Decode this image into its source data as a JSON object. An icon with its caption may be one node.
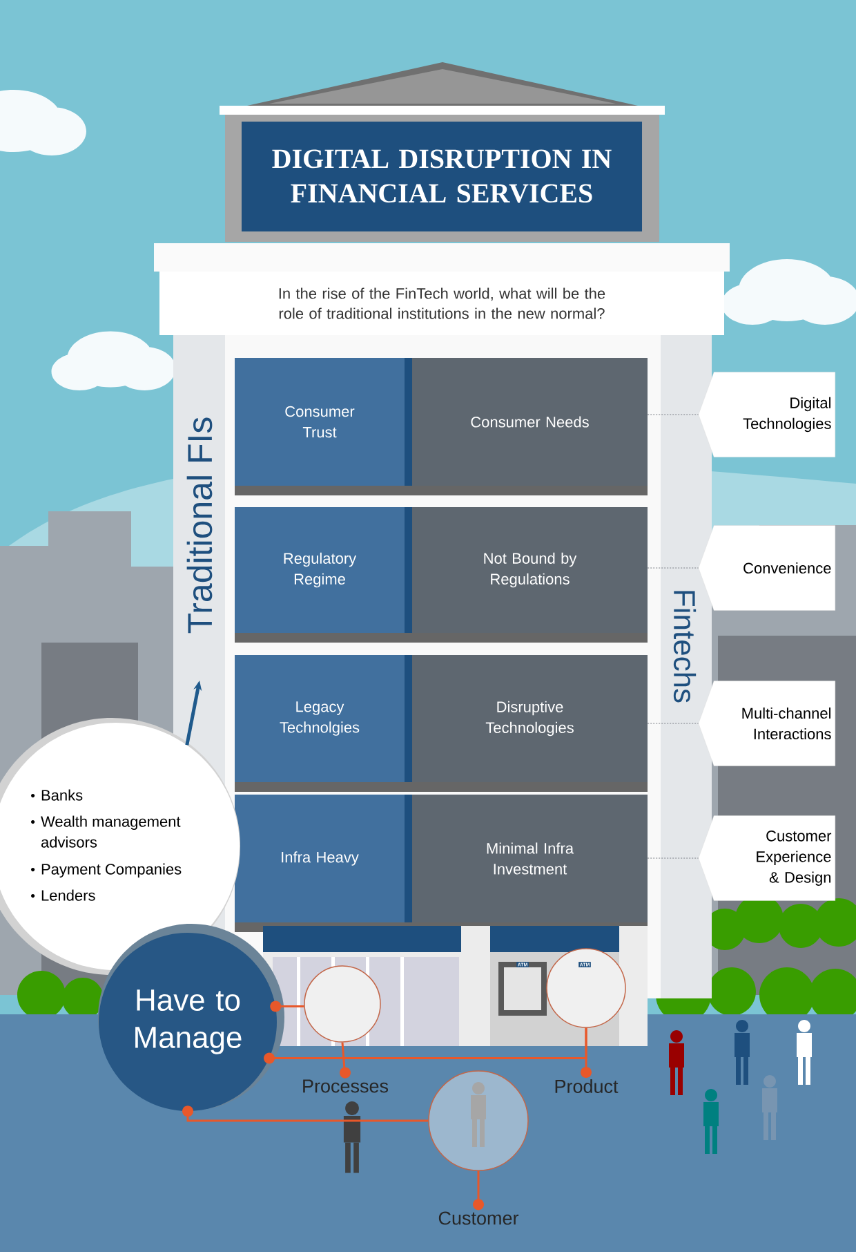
{
  "diagram": {
    "title": "DIGITAL DISRUPTION IN FINANCIAL SERVICES",
    "nodes": [
      {
        "text": [
          "In the rise of the FinTech world, what will be the role of traditional institutions in the new normal?"
        ]
      },
      {
        "text": [
          "Traditional FIs"
        ]
      },
      {
        "text": [
          "Fintechs"
        ]
      },
      {
        "text": [
          "Consumer Trust"
        ]
      },
      {
        "text": [
          "Consumer Needs"
        ]
      },
      {
        "text": [
          "Regulatory Regime"
        ]
      },
      {
        "text": [
          "Not Bound by Regulations"
        ]
      },
      {
        "text": [
          "Legacy Technolgies"
        ]
      },
      {
        "text": [
          "Disruptive Technologies"
        ]
      },
      {
        "text": [
          "Infra Heavy"
        ]
      },
      {
        "text": [
          "Minimal Infra Investment"
        ]
      },
      {
        "text": [
          "Digital Technologies"
        ]
      },
      {
        "text": [
          "Convenience"
        ]
      },
      {
        "text": [
          "Multi-channel Interactions"
        ]
      },
      {
        "text": [
          "Customer Experience & Design"
        ]
      },
      {
        "text": [
          "Banks",
          "Wealth management advisors",
          "Payment Companies",
          "Lenders"
        ]
      },
      {
        "text": [
          "Have to Manage"
        ]
      },
      {
        "text": [],
        "shape": "circle"
      },
      {
        "text": [],
        "shape": "circle"
      },
      {
        "text": [],
        "shape": "circle"
      },
      {
        "text": [
          "Processes"
        ]
      },
      {
        "text": [
          "Product"
        ]
      },
      {
        "text": [
          "Customer"
        ]
      }
    ],
    "edges": [
      {
        "from": 15,
        "to": 1,
        "arrow": "to",
        "color": "#1f5a8c"
      },
      {
        "from": 4,
        "to": 11,
        "arrow": "none",
        "style": "dashed",
        "color": "#7a7f85"
      },
      {
        "from": 6,
        "to": 12,
        "arrow": "none",
        "style": "dashed",
        "color": "#7a7f85"
      },
      {
        "from": 8,
        "to": 13,
        "arrow": "none",
        "style": "dashed",
        "color": "#7a7f85"
      },
      {
        "from": 10,
        "to": 14,
        "arrow": "none",
        "style": "dashed",
        "color": "#7a7f85"
      },
      {
        "from": 16,
        "to": 17,
        "arrow": "other"
      },
      {
        "from": 17,
        "to": 20,
        "arrow": "other"
      },
      {
        "from": 16,
        "to": 18,
        "arrow": "other"
      },
      {
        "from": 18,
        "to": 21,
        "arrow": "other"
      },
      {
        "from": 16,
        "to": 19,
        "arrow": "other"
      },
      {
        "from": 19,
        "to": 22,
        "arrow": "other"
      }
    ],
    "labels": [
      "ATM",
      "ATM"
    ]
  }
}
